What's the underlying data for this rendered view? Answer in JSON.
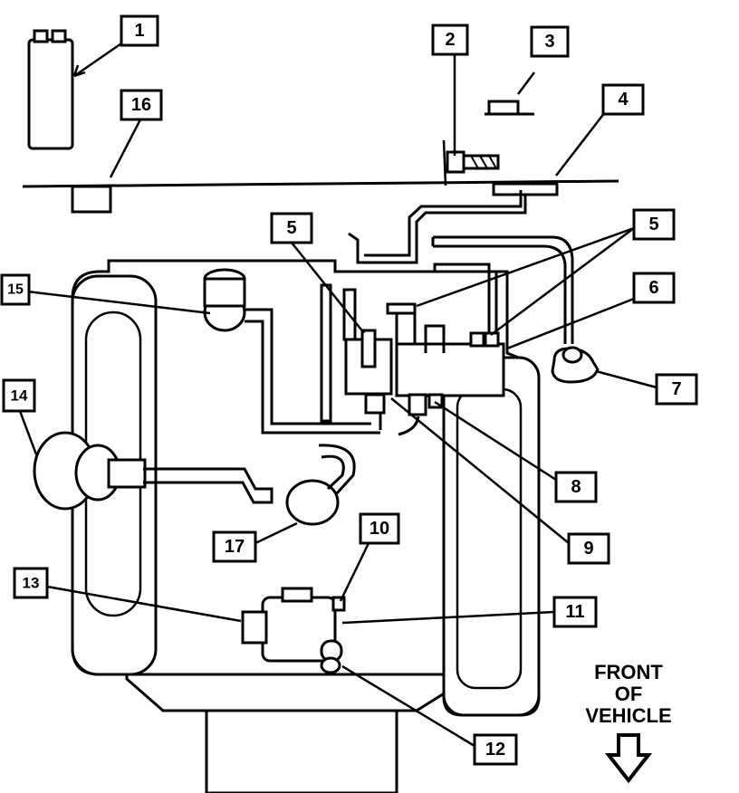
{
  "callouts": [
    {
      "id": "1",
      "label": "1"
    },
    {
      "id": "2",
      "label": "2"
    },
    {
      "id": "3",
      "label": "3"
    },
    {
      "id": "4",
      "label": "4"
    },
    {
      "id": "5a",
      "label": "5"
    },
    {
      "id": "5b",
      "label": "5"
    },
    {
      "id": "6",
      "label": "6"
    },
    {
      "id": "7",
      "label": "7"
    },
    {
      "id": "8",
      "label": "8"
    },
    {
      "id": "9",
      "label": "9"
    },
    {
      "id": "10",
      "label": "10"
    },
    {
      "id": "11",
      "label": "11"
    },
    {
      "id": "12",
      "label": "12"
    },
    {
      "id": "13",
      "label": "13"
    },
    {
      "id": "14",
      "label": "14"
    },
    {
      "id": "15",
      "label": "15"
    },
    {
      "id": "16",
      "label": "16"
    },
    {
      "id": "17",
      "label": "17"
    }
  ],
  "orientation": {
    "line1": "FRONT",
    "line2": "OF",
    "line3": "VEHICLE",
    "arrow_icon": "down-arrow-icon"
  },
  "colors": {
    "ink": "#000000",
    "paper": "#ffffff"
  }
}
